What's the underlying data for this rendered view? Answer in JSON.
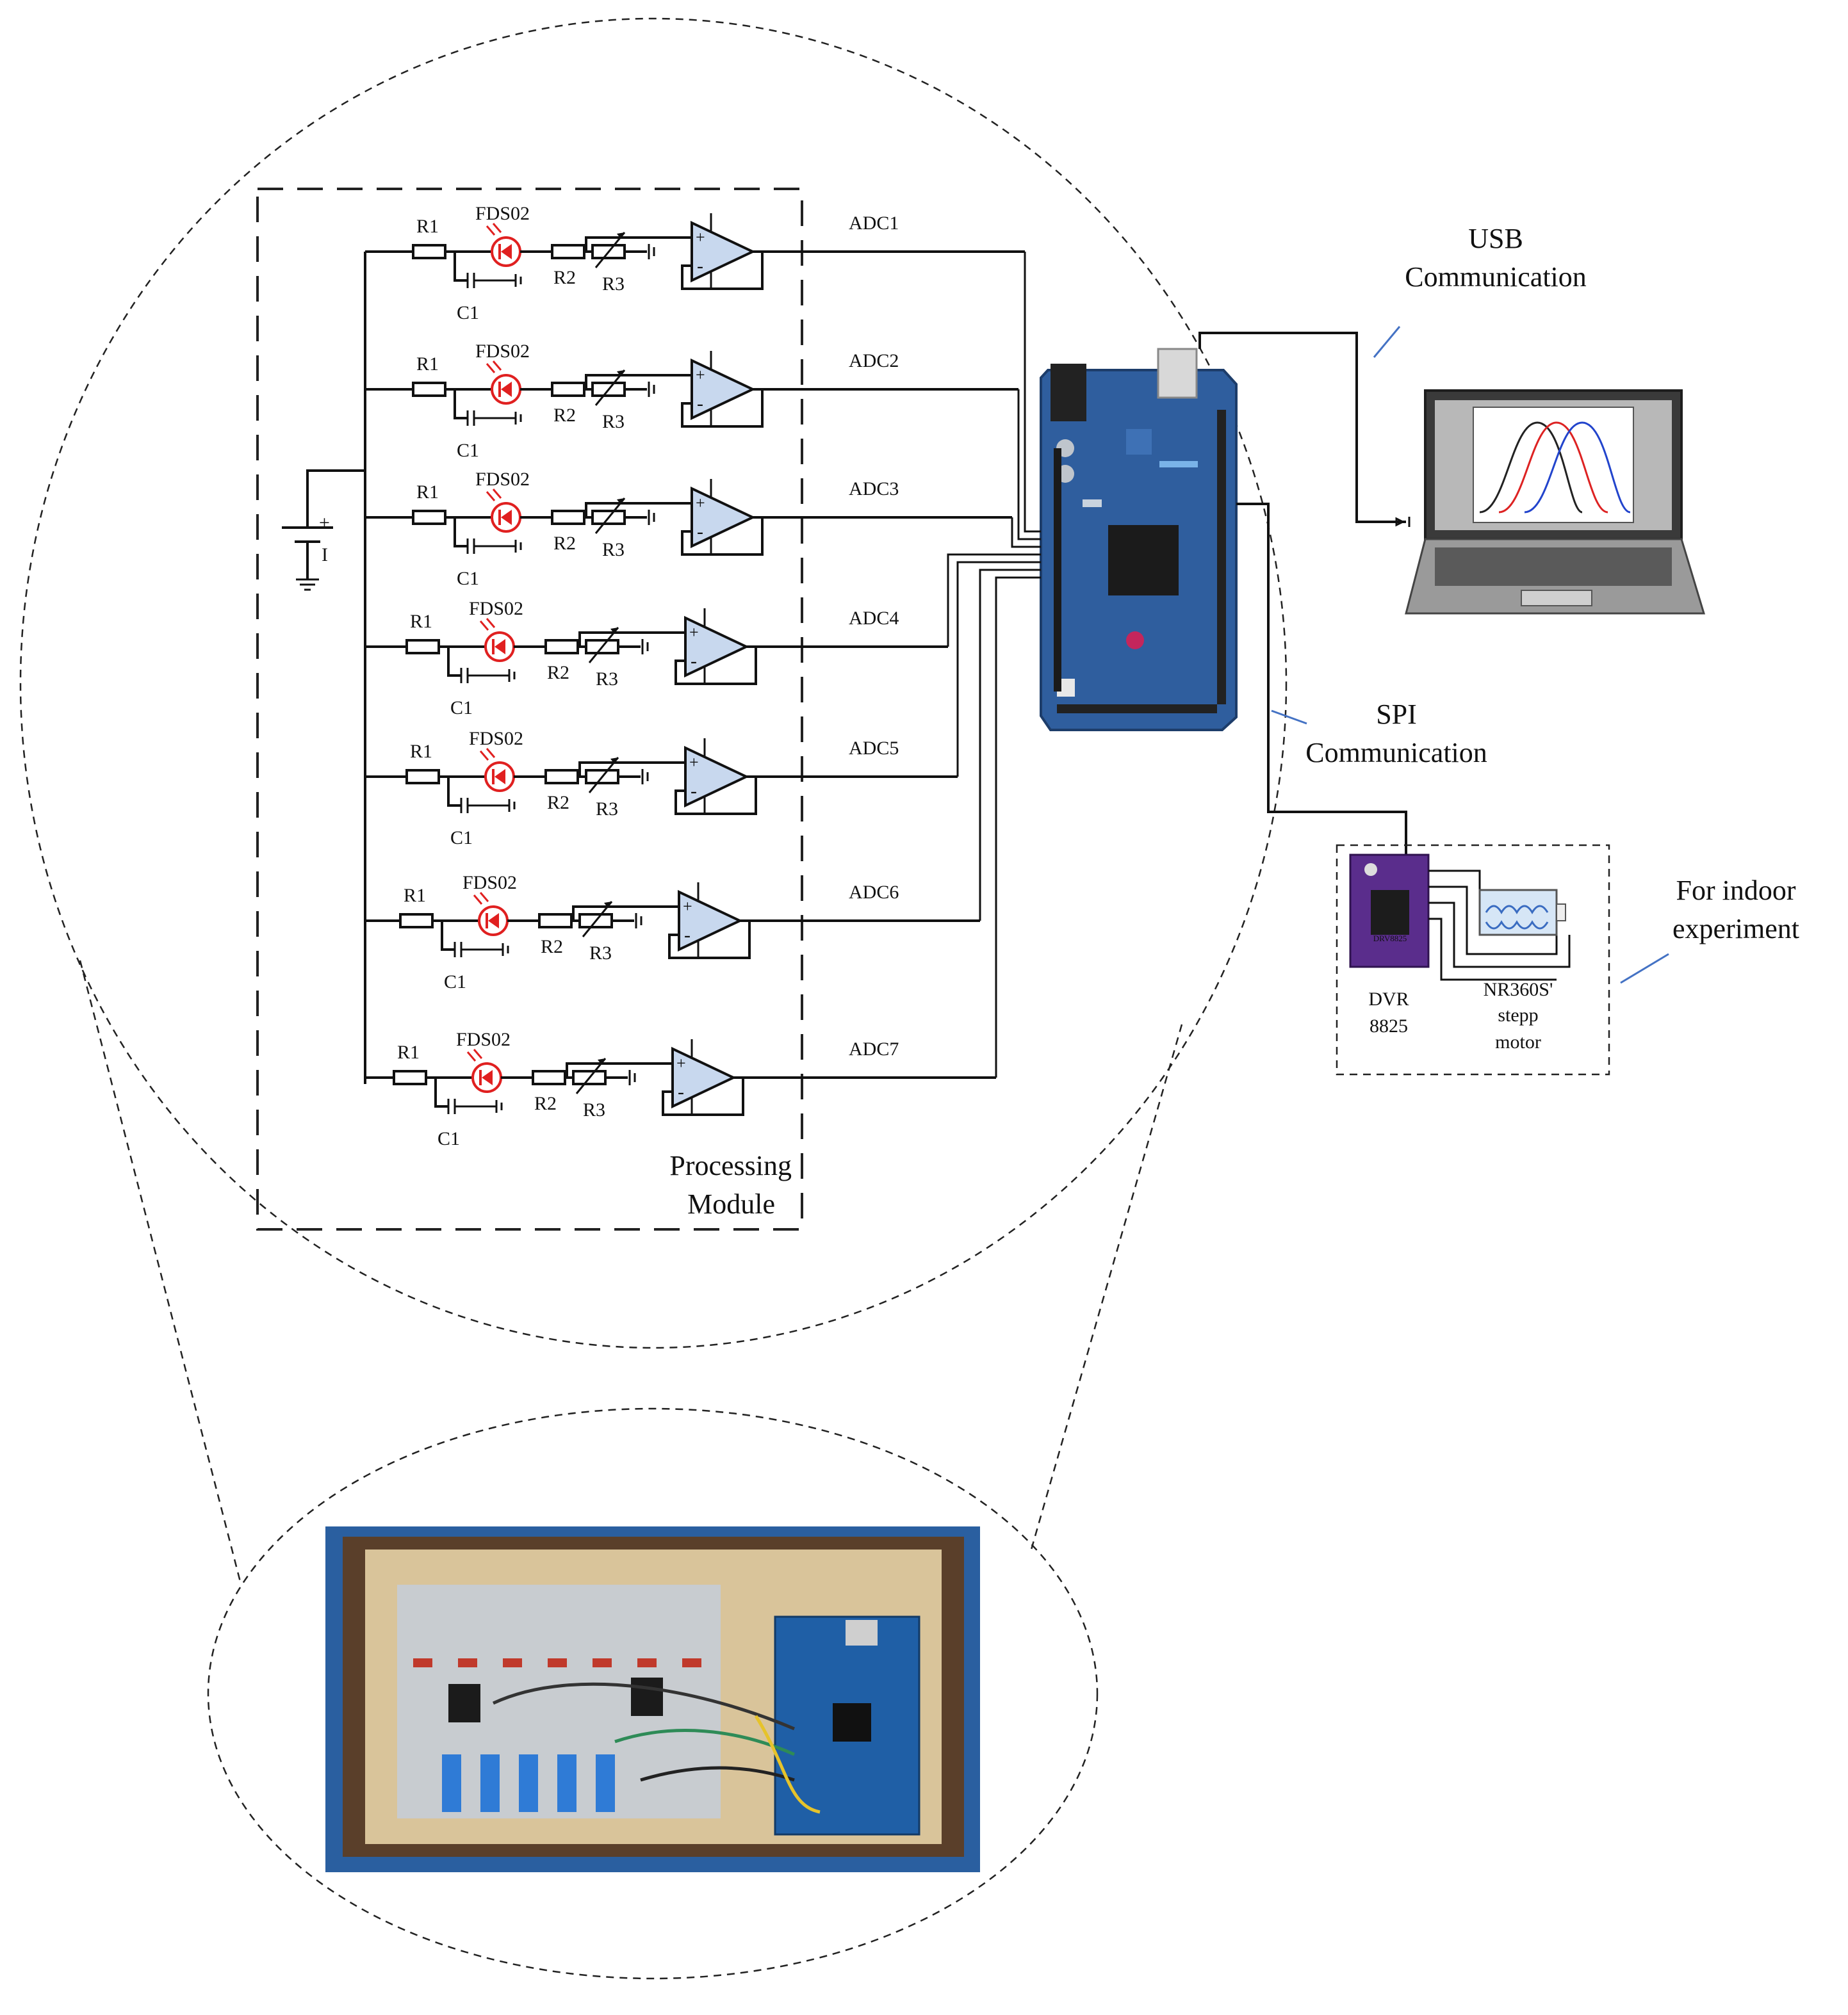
{
  "components": {
    "r1": "R1",
    "r2": "R2",
    "r3": "R3",
    "c1": "C1",
    "photodiode": "FDS02"
  },
  "channels": [
    "ADC1",
    "ADC2",
    "ADC3",
    "ADC4",
    "ADC5",
    "ADC6",
    "ADC7"
  ],
  "labels": {
    "usb_line1": "USB",
    "usb_line2": "Communication",
    "spi_line1": "SPI",
    "spi_line2": "Communication",
    "module_line1": "Processing",
    "module_line2": "Module",
    "indoor_line1": "For indoor",
    "indoor_line2": "experiment",
    "driver_line1": "DVR",
    "driver_line2": "8825",
    "motor_line1": "NR360S'",
    "motor_line2": "stepp",
    "motor_line3": "motor",
    "battery_plus": "+",
    "chip_text": "DRV8825"
  },
  "colors": {
    "board": "#2f5e9e",
    "photodiode": "#e02020",
    "opamp_fill": "#c8d8ee",
    "driver": "#5a2d8c",
    "pointer": "#4472c4",
    "wood": "#d9c49a",
    "mat": "#2a5fa0"
  },
  "icons": [
    "battery-icon",
    "ground-icon",
    "photodiode-icon",
    "opamp-icon",
    "resistor-icon",
    "variable-resistor-icon",
    "capacitor-icon",
    "arduino-board-icon",
    "laptop-icon",
    "stepper-driver-icon",
    "stepper-motor-icon"
  ]
}
